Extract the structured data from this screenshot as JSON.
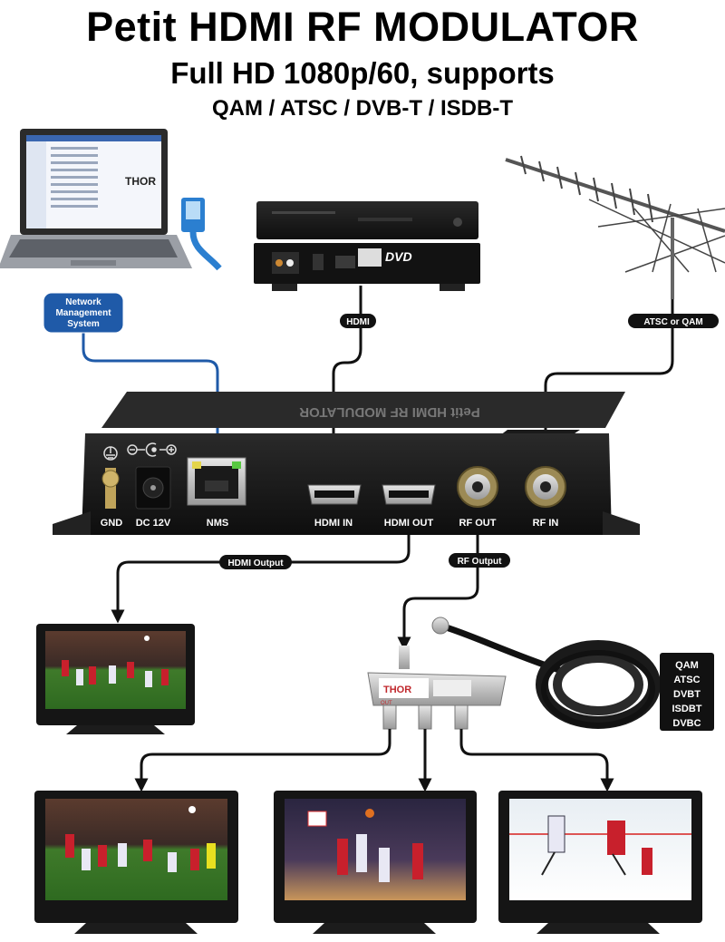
{
  "title": "Petit HDMI RF MODULATOR",
  "subtitle": "Full HD 1080p/60, supports",
  "standards_line": "QAM / ATSC / DVB-T / ISDB-T",
  "nms_callout": [
    "Network",
    "Management",
    "System"
  ],
  "cable_labels": {
    "hdmi": "HDMI",
    "antenna": "ATSC or QAM",
    "hdmi_output": "HDMI Output",
    "rf_output": "RF Output"
  },
  "ports": {
    "gnd": "GND",
    "dc": "DC 12V",
    "nms": "NMS",
    "hdmi_in": "HDMI IN",
    "hdmi_out": "HDMI OUT",
    "rf_out": "RF OUT",
    "rf_in": "RF IN"
  },
  "brand": "THOR",
  "splitter_out": "OUT",
  "modulation_list": [
    "QAM",
    "ATSC",
    "DVBT",
    "ISDBT",
    "DVBC"
  ],
  "dvd_logo": "DVD",
  "colors": {
    "device": "#1a1a1a",
    "cable": "#111111",
    "nms_cable": "#1f5aa8",
    "callout": "#1f5aa8",
    "brand_red": "#c0282d",
    "tv_frame": "#151515"
  }
}
